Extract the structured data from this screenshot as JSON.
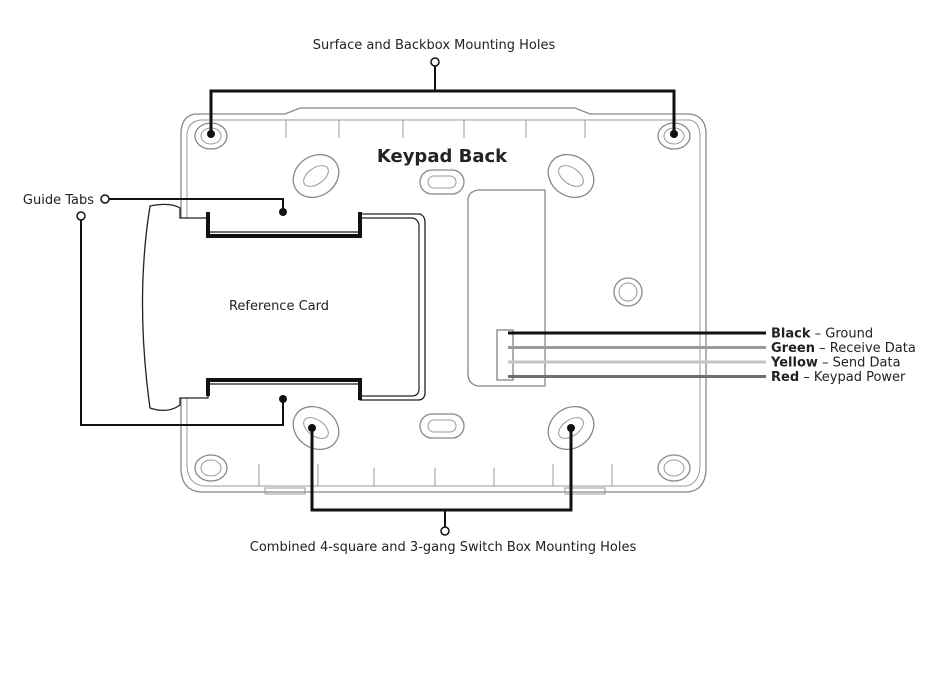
{
  "title": "Keypad Back",
  "callouts": {
    "top": "Surface and Backbox Mounting Holes",
    "left": "Guide Tabs",
    "bottom": "Combined 4-square and 3-gang Switch Box Mounting Holes",
    "card": "Reference Card"
  },
  "wires": [
    {
      "color_name": "Black",
      "desc": " – Ground",
      "color": "#111111"
    },
    {
      "color_name": "Green",
      "desc": " – Receive Data",
      "color": "#9a9a9a"
    },
    {
      "color_name": "Yellow",
      "desc": " – Send Data",
      "color": "#c4c4c4"
    },
    {
      "color_name": "Red",
      "desc": " – Keypad Power",
      "color": "#6e6e6e"
    }
  ]
}
